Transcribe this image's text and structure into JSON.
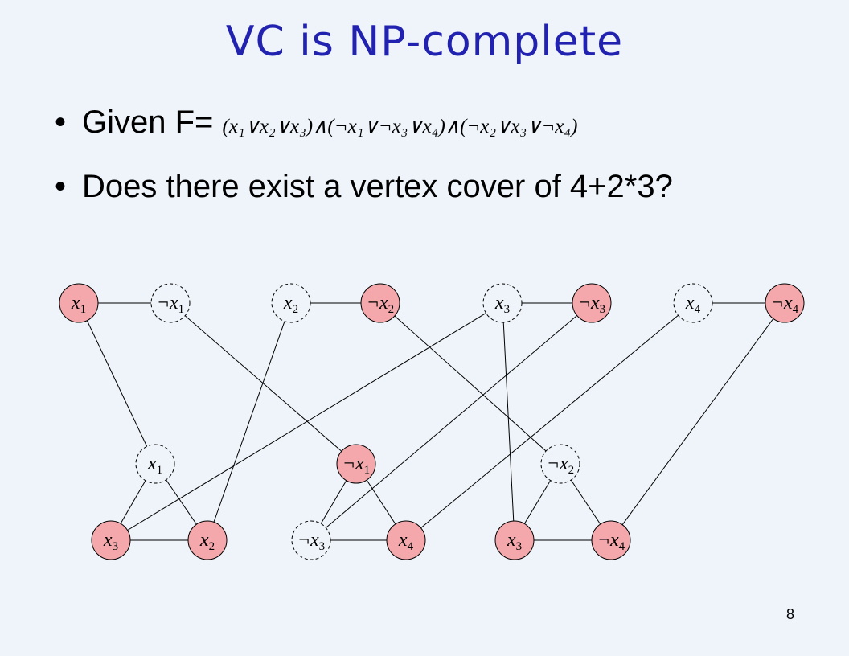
{
  "title": "VC is NP-complete",
  "bullets": {
    "given_prefix": "Given F= ",
    "formula": "(x₁∨x₂∨x₃)∧(¬x₁∨¬x₃∨x₄)∧(¬x₂∨x₃∨¬x₄)",
    "question": "Does there exist a vertex cover of 4+2*3?"
  },
  "page_number": "8",
  "colors": {
    "title": "#2222b0",
    "selected_fill": "#f4a8ac",
    "unselected_fill": "#eef4fa",
    "background": "#eef4fa"
  },
  "graph": {
    "variable_nodes": [
      {
        "id": "v1",
        "neg": false,
        "var": "x",
        "sub": "1",
        "selected": true
      },
      {
        "id": "v1n",
        "neg": true,
        "var": "x",
        "sub": "1",
        "selected": false
      },
      {
        "id": "v2",
        "neg": false,
        "var": "x",
        "sub": "2",
        "selected": false
      },
      {
        "id": "v2n",
        "neg": true,
        "var": "x",
        "sub": "2",
        "selected": true
      },
      {
        "id": "v3",
        "neg": false,
        "var": "x",
        "sub": "3",
        "selected": false
      },
      {
        "id": "v3n",
        "neg": true,
        "var": "x",
        "sub": "3",
        "selected": true
      },
      {
        "id": "v4",
        "neg": false,
        "var": "x",
        "sub": "4",
        "selected": false
      },
      {
        "id": "v4n",
        "neg": true,
        "var": "x",
        "sub": "4",
        "selected": true
      }
    ],
    "clause_nodes": [
      {
        "id": "c1a",
        "neg": false,
        "var": "x",
        "sub": "1",
        "selected": false
      },
      {
        "id": "c1b",
        "neg": false,
        "var": "x",
        "sub": "3",
        "selected": true
      },
      {
        "id": "c1c",
        "neg": false,
        "var": "x",
        "sub": "2",
        "selected": true
      },
      {
        "id": "c2a",
        "neg": true,
        "var": "x",
        "sub": "1",
        "selected": true
      },
      {
        "id": "c2b",
        "neg": true,
        "var": "x",
        "sub": "3",
        "selected": false
      },
      {
        "id": "c2c",
        "neg": false,
        "var": "x",
        "sub": "4",
        "selected": true
      },
      {
        "id": "c3a",
        "neg": true,
        "var": "x",
        "sub": "2",
        "selected": false
      },
      {
        "id": "c3b",
        "neg": false,
        "var": "x",
        "sub": "3",
        "selected": true
      },
      {
        "id": "c3c",
        "neg": true,
        "var": "x",
        "sub": "4",
        "selected": true
      }
    ],
    "edges": [
      [
        "v1",
        "v1n"
      ],
      [
        "v2",
        "v2n"
      ],
      [
        "v3",
        "v3n"
      ],
      [
        "v4",
        "v4n"
      ],
      [
        "c1a",
        "c1b"
      ],
      [
        "c1a",
        "c1c"
      ],
      [
        "c1b",
        "c1c"
      ],
      [
        "c2a",
        "c2b"
      ],
      [
        "c2a",
        "c2c"
      ],
      [
        "c2b",
        "c2c"
      ],
      [
        "c3a",
        "c3b"
      ],
      [
        "c3a",
        "c3c"
      ],
      [
        "c3b",
        "c3c"
      ],
      [
        "v1",
        "c1a"
      ],
      [
        "v2",
        "c1c"
      ],
      [
        "v3",
        "c1b"
      ],
      [
        "v1n",
        "c2a"
      ],
      [
        "v3n",
        "c2b"
      ],
      [
        "v4",
        "c2c"
      ],
      [
        "v2n",
        "c3a"
      ],
      [
        "v3",
        "c3b"
      ],
      [
        "v4n",
        "c3c"
      ]
    ]
  }
}
